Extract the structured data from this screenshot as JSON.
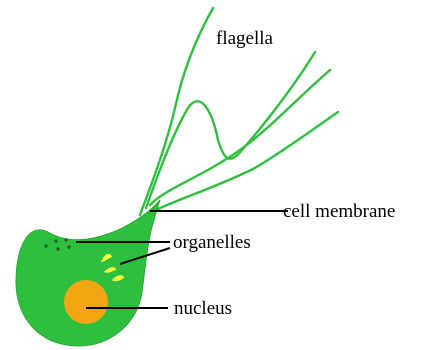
{
  "labels": {
    "flagella": "flagella",
    "cell_membrane": "cell membrane",
    "organelles": "organelles",
    "nucleus": "nucleus"
  },
  "colors": {
    "cell_body": "#2fbf3f",
    "flagella": "#2fbf3f",
    "nucleus": "#f2a712",
    "organelles": "#ffff3a",
    "leader_line": "#000000"
  }
}
